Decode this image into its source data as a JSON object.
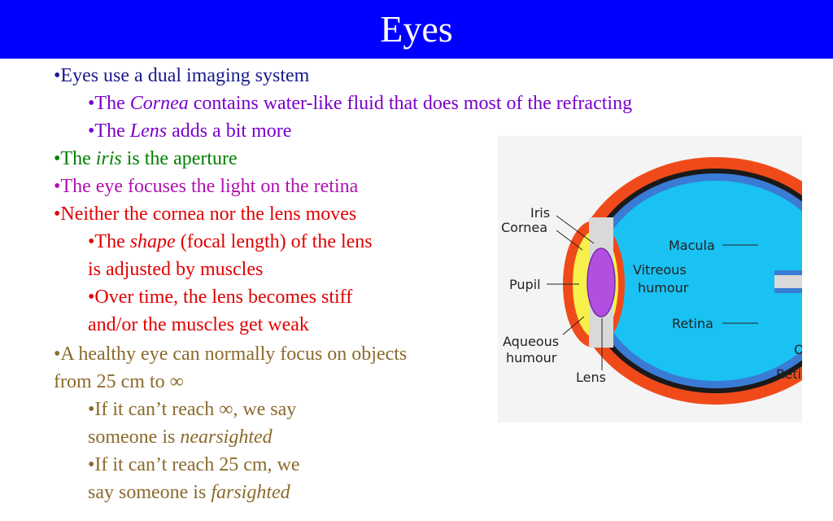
{
  "title": "Eyes",
  "bullets": {
    "b1": "•Eyes use a dual imaging system",
    "b2_pre": "•The ",
    "b2_em": "Cornea",
    "b2_post": " contains water-like fluid that does most of the refracting",
    "b3_pre": "•The ",
    "b3_em": "Lens",
    "b3_post": " adds a bit more",
    "b4_pre": "•The ",
    "b4_em": "iris",
    "b4_post": " is the aperture",
    "b5": "•The eye focuses the light on the retina",
    "b6": "•Neither the cornea nor the lens moves",
    "b7_pre": "•The ",
    "b7_em": "shape",
    "b7_post": " (focal length) of the lens",
    "b7_line2": "is adjusted by muscles",
    "b8": "•Over time, the lens becomes stiff",
    "b8_line2": "and/or the muscles get weak",
    "b9": "•A healthy eye can normally focus on objects",
    "b9_line2": "from 25 cm to ∞",
    "b10": "•If it can’t reach ∞, we say",
    "b10_line2_pre": "someone is ",
    "b10_line2_em": "nearsighted",
    "b11": "•If it can’t reach 25 cm, we",
    "b11_line2_pre": "say someone is ",
    "b11_line2_em": "farsighted"
  },
  "colors": {
    "title_bar": "#0000ff",
    "navy": "#1a1a8c",
    "purple": "#7a00cc",
    "green": "#008000",
    "magenta": "#b010b0",
    "red": "#e00000",
    "brown": "#8b6a2c"
  },
  "figure": {
    "labels": {
      "iris": "Iris",
      "cornea": "Cornea",
      "pupil": "Pupil",
      "aqueous_1": "Aqueous",
      "aqueous_2": "humour",
      "lens": "Lens",
      "macula": "Macula",
      "vitreous_1": "Vitreous",
      "vitreous_2": "humour",
      "retina": "Retina",
      "cut_1": "O",
      "cut_2": "Reti"
    }
  }
}
